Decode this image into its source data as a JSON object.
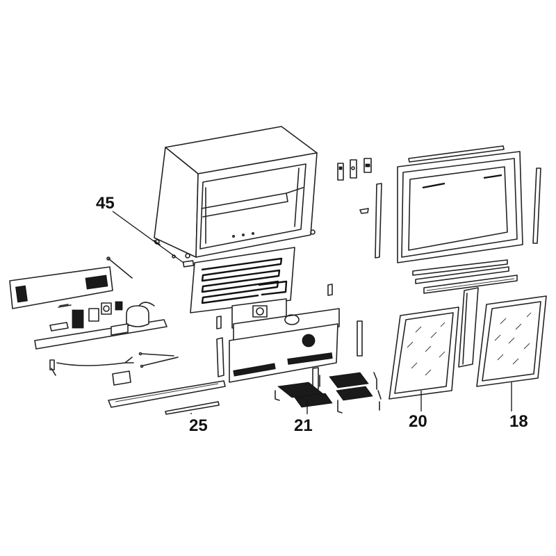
{
  "callouts": {
    "c45": "45",
    "c25": "25",
    "c21": "21",
    "c20": "20",
    "c18": "18"
  },
  "colors": {
    "line": "#222222",
    "background": "#ffffff",
    "dark_fill": "#1a1a1a"
  }
}
